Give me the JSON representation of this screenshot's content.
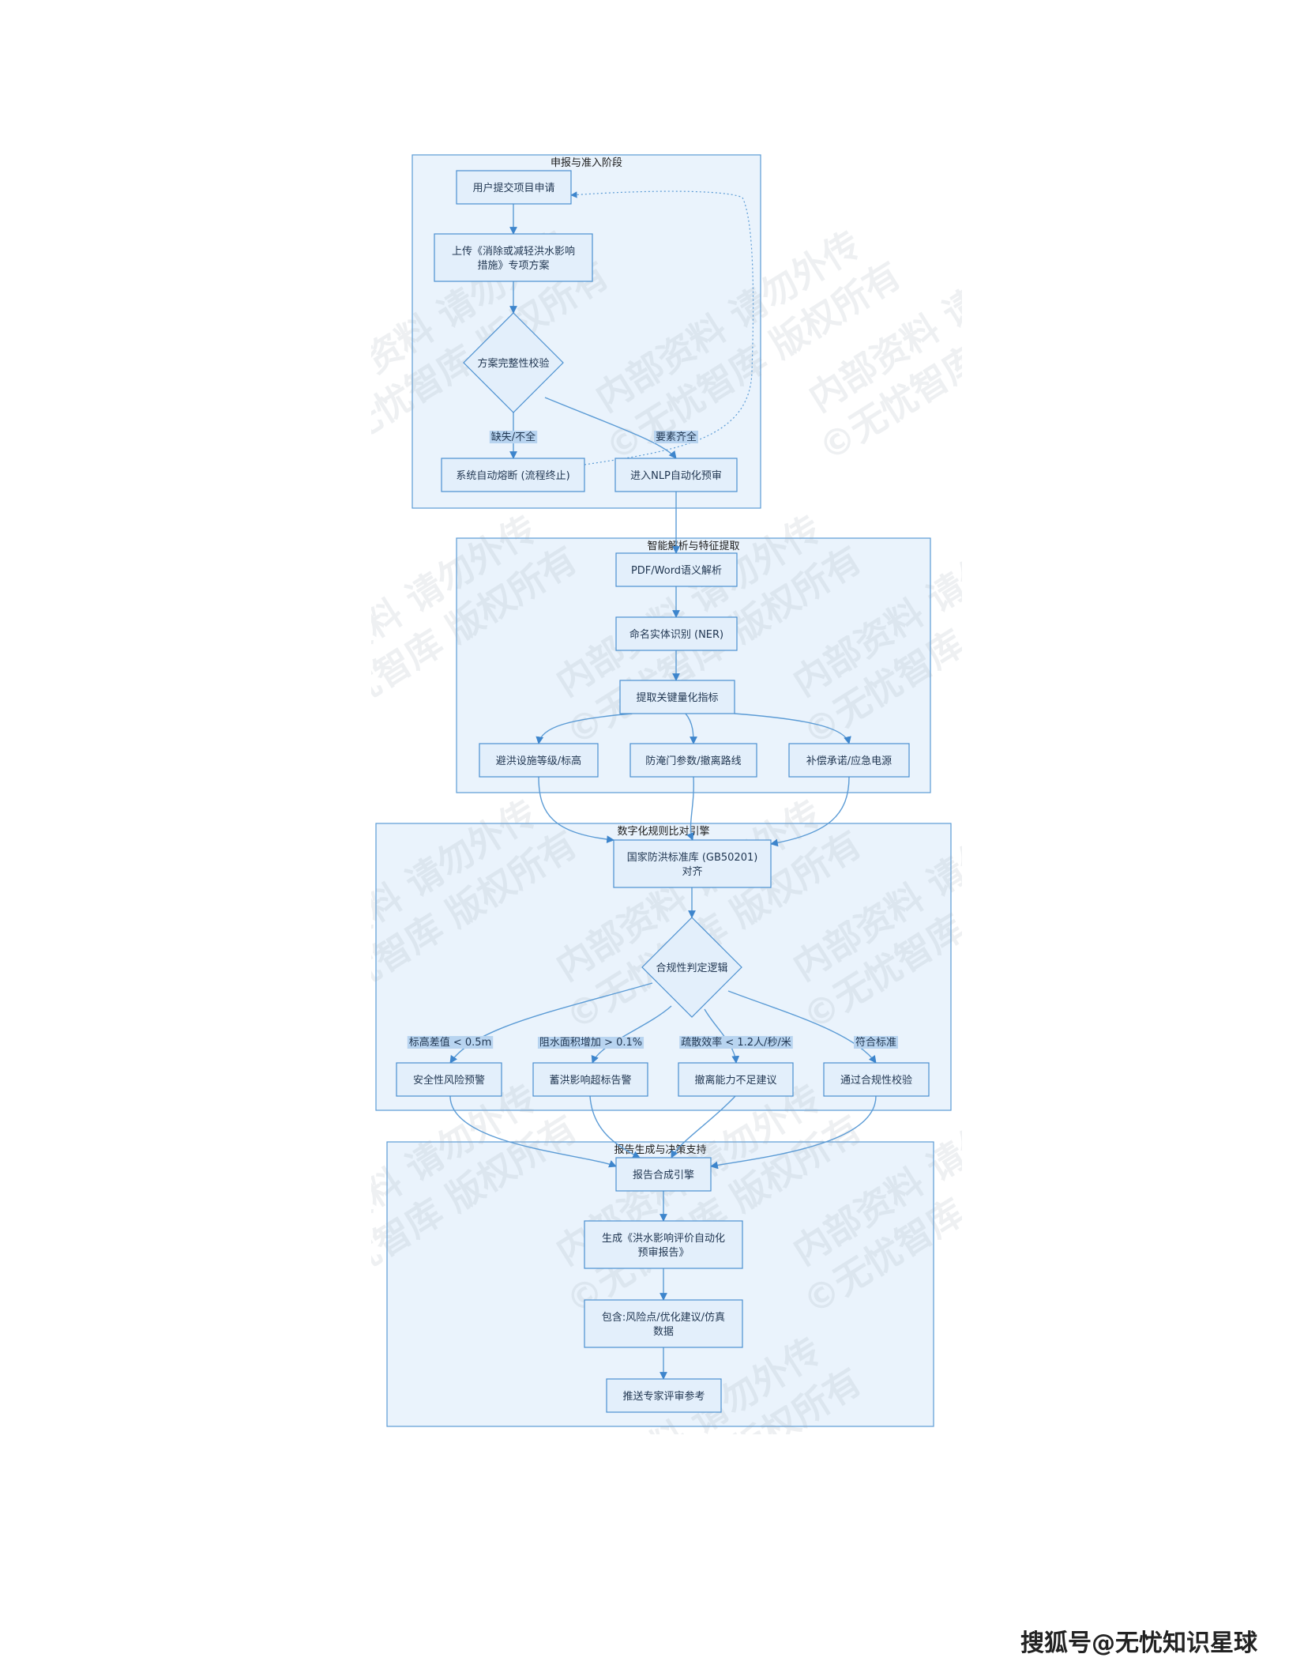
{
  "clusters": [
    {
      "id": "c1",
      "title": "申报与准入阶段"
    },
    {
      "id": "c2",
      "title": "智能解析与特征提取"
    },
    {
      "id": "c3",
      "title": "数字化规则比对引擎"
    },
    {
      "id": "c4",
      "title": "报告生成与决策支持"
    }
  ],
  "nodes": [
    {
      "id": "n1",
      "lines": [
        "用户提交项目申请"
      ]
    },
    {
      "id": "n2",
      "lines": [
        "上传《消除或减轻洪水影响",
        "措施》专项方案"
      ]
    },
    {
      "id": "n3",
      "lines": [
        "方案完整性校验"
      ]
    },
    {
      "id": "n4",
      "lines": [
        "系统自动熔断 (流程终止)"
      ]
    },
    {
      "id": "n5",
      "lines": [
        "进入NLP自动化预审"
      ]
    },
    {
      "id": "n6",
      "lines": [
        "PDF/Word语义解析"
      ]
    },
    {
      "id": "n7",
      "lines": [
        "命名实体识别 (NER)"
      ]
    },
    {
      "id": "n8",
      "lines": [
        "提取关键量化指标"
      ]
    },
    {
      "id": "n9",
      "lines": [
        "避洪设施等级/标高"
      ]
    },
    {
      "id": "n10",
      "lines": [
        "防淹门参数/撤离路线"
      ]
    },
    {
      "id": "n11",
      "lines": [
        "补偿承诺/应急电源"
      ]
    },
    {
      "id": "n12",
      "lines": [
        "国家防洪标准库 (GB50201)",
        "对齐"
      ]
    },
    {
      "id": "n13",
      "lines": [
        "合规性判定逻辑"
      ]
    },
    {
      "id": "n14",
      "lines": [
        "安全性风险预警"
      ]
    },
    {
      "id": "n15",
      "lines": [
        "蓄洪影响超标告警"
      ]
    },
    {
      "id": "n16",
      "lines": [
        "撤离能力不足建议"
      ]
    },
    {
      "id": "n17",
      "lines": [
        "通过合规性校验"
      ]
    },
    {
      "id": "n18",
      "lines": [
        "报告合成引擎"
      ]
    },
    {
      "id": "n19",
      "lines": [
        "生成《洪水影响评价自动化",
        "预审报告》"
      ]
    },
    {
      "id": "n20",
      "lines": [
        "包含:风险点/优化建议/仿真",
        "数据"
      ]
    },
    {
      "id": "n21",
      "lines": [
        "推送专家评审参考"
      ]
    }
  ],
  "edges": [
    {
      "from": "n1",
      "to": "n2"
    },
    {
      "from": "n2",
      "to": "n3"
    },
    {
      "from": "n3",
      "to": "n4",
      "label": "缺失/不全"
    },
    {
      "from": "n3",
      "to": "n5",
      "label": "要素齐全"
    },
    {
      "from": "n4",
      "to": "n1",
      "style": "dotted"
    },
    {
      "from": "n5",
      "to": "n6"
    },
    {
      "from": "n6",
      "to": "n7"
    },
    {
      "from": "n7",
      "to": "n8"
    },
    {
      "from": "n8",
      "to": "n9"
    },
    {
      "from": "n8",
      "to": "n10"
    },
    {
      "from": "n8",
      "to": "n11"
    },
    {
      "from": "n9",
      "to": "n12"
    },
    {
      "from": "n10",
      "to": "n12"
    },
    {
      "from": "n11",
      "to": "n12"
    },
    {
      "from": "n12",
      "to": "n13"
    },
    {
      "from": "n13",
      "to": "n14",
      "label": "标高差值 < 0.5m"
    },
    {
      "from": "n13",
      "to": "n15",
      "label": "阻水面积增加 > 0.1%"
    },
    {
      "from": "n13",
      "to": "n16",
      "label": "疏散效率 < 1.2人/秒/米"
    },
    {
      "from": "n13",
      "to": "n17",
      "label": "符合标准"
    },
    {
      "from": "n14",
      "to": "n18"
    },
    {
      "from": "n15",
      "to": "n18"
    },
    {
      "from": "n16",
      "to": "n18"
    },
    {
      "from": "n17",
      "to": "n18"
    },
    {
      "from": "n18",
      "to": "n19"
    },
    {
      "from": "n19",
      "to": "n20"
    },
    {
      "from": "n20",
      "to": "n21"
    }
  ],
  "watermarks": [
    "内部资料 请勿外传",
    "©无忧智库 版权所有"
  ],
  "footer": "搜狐号@无忧知识星球"
}
